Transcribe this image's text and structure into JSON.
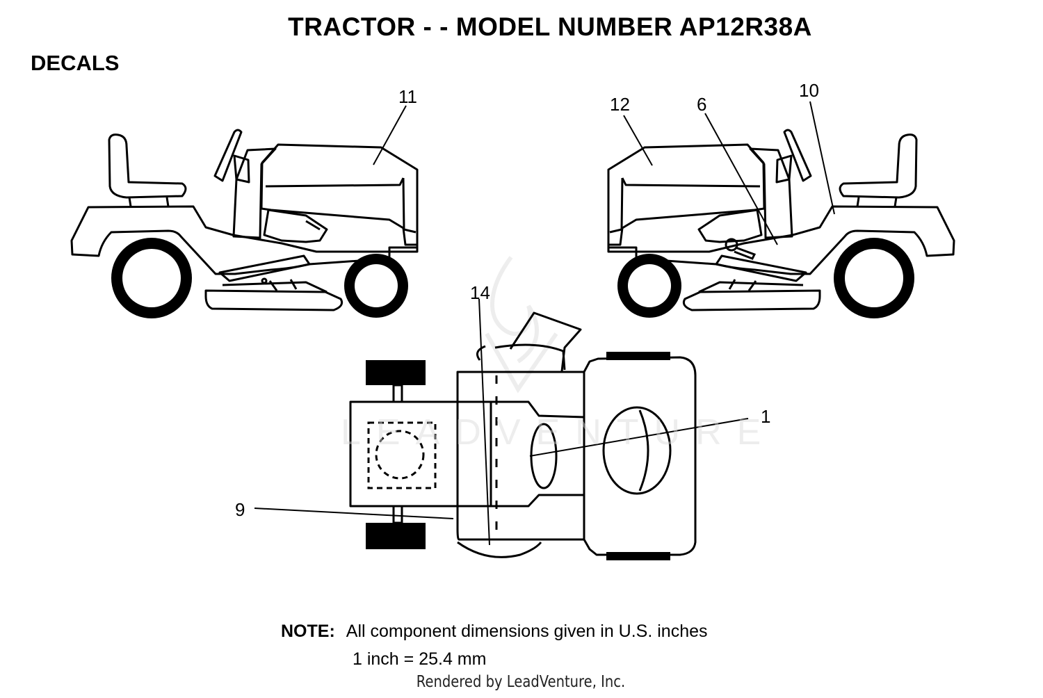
{
  "header": {
    "title": "TRACTOR - - MODEL NUMBER AP12R38A",
    "section": "DECALS"
  },
  "callouts": {
    "c11": "11",
    "c12": "12",
    "c6": "6",
    "c10": "10",
    "c14": "14",
    "c1": "1",
    "c9": "9"
  },
  "note": {
    "label": "NOTE:",
    "text": "All component dimensions given in U.S. inches",
    "conversion": "1 inch = 25.4 mm"
  },
  "footer": {
    "credit": "Rendered by LeadVenture, Inc.",
    "watermark": "LEADVENTURE"
  }
}
